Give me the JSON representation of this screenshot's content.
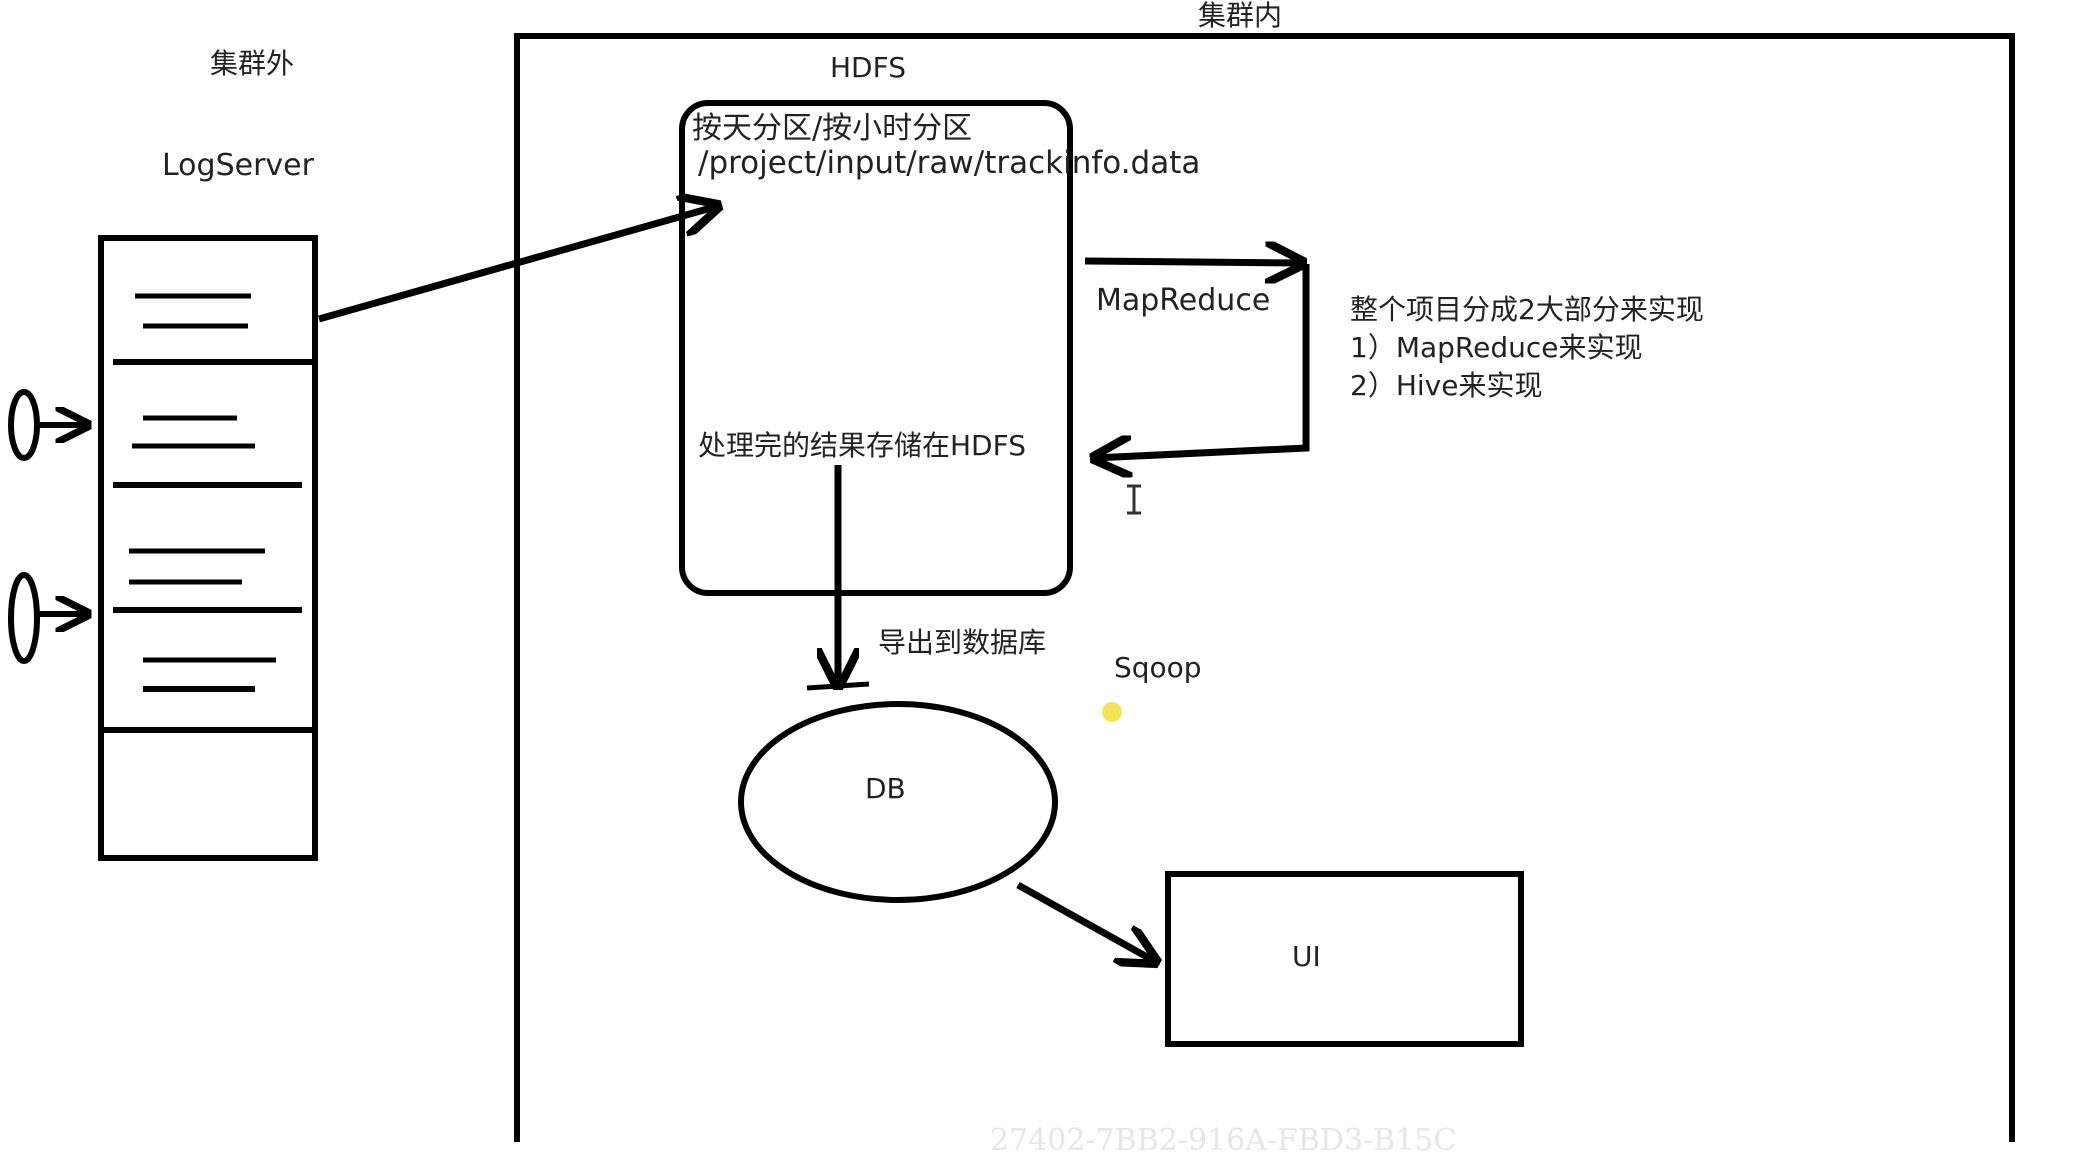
{
  "labels": {
    "outside_cluster": "集群外",
    "inside_cluster": "集群内",
    "hdfs": "HDFS",
    "logserver": "LogServer",
    "partition": "按天分区/按小时分区",
    "path": "/project/input/raw/trackinfo.data",
    "mapreduce": "MapReduce",
    "result": "处理完的结果存储在HDFS",
    "export": "导出到数据库",
    "sqoop": "Sqoop",
    "db": "DB",
    "ui": "UI",
    "watermark": "27402-7BB2-916A-FBD3-B15C"
  },
  "notes": {
    "title": "整个项目分成2大部分来实现",
    "items": [
      "1）MapReduce来实现",
      "2）Hive来实现"
    ]
  },
  "colors": {
    "stroke": "#000000",
    "text": "#222222",
    "pointer": "#f5e35a",
    "watermark": "#e6e6e6"
  },
  "icons": {
    "cursor": "text-cursor-icon",
    "pointer": "laser-pointer-icon"
  }
}
